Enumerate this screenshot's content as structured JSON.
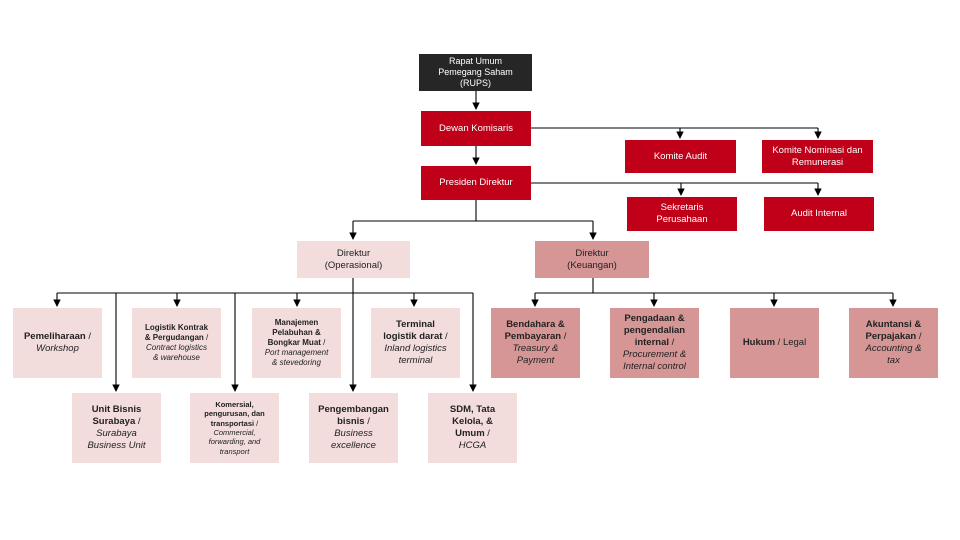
{
  "rups": {
    "line1": "Rapat Umum",
    "line2": "Pemegang Saham",
    "line3": "(RUPS)"
  },
  "dewan_komisaris": "Dewan Komisaris",
  "komite_audit": "Komite Audit",
  "komite_nominasi": {
    "line1": "Komite Nominasi dan",
    "line2": "Remunerasi"
  },
  "presiden_direktur": "Presiden Direktur",
  "sekretaris": {
    "line1": "Sekretaris",
    "line2": "Perusahaan"
  },
  "audit_internal": "Audit Internal",
  "direktur_operasional": {
    "line1": "Direktur",
    "line2": "(Operasional)"
  },
  "direktur_keuangan": {
    "line1": "Direktur",
    "line2": "(Keuangan)"
  },
  "units": {
    "pemeliharaan": {
      "bold": "Pemeliharaan",
      "sep": " /",
      "italic": "Workshop"
    },
    "logistik": {
      "bold1": "Logistik Kontrak",
      "bold2": "& Pergudangan",
      "sep": " /",
      "italic1": "Contract logistics",
      "italic2": "& warehouse"
    },
    "manajemen": {
      "bold1": "Manajemen",
      "bold2": "Pelabuhan &",
      "bold3": "Bongkar Muat",
      "sep": " /",
      "italic1": "Port management",
      "italic2": "& stevedoring"
    },
    "terminal": {
      "bold1": "Terminal",
      "bold2": "logistik darat",
      "sep": " /",
      "italic1": "Inland logistics",
      "italic2": "terminal"
    },
    "unit_bisnis": {
      "bold1": "Unit Bisnis",
      "bold2": "Surabaya",
      "sep": " /",
      "italic1": "Surabaya",
      "italic2": "Business Unit"
    },
    "komersial": {
      "bold1": "Komersial,",
      "bold2": "pengurusan, dan",
      "bold3": "transportasi",
      "sep": " /",
      "italic1": "Commercial,",
      "italic2": "forwarding, and",
      "italic3": "transport"
    },
    "pengembangan": {
      "bold1": "Pengembangan",
      "bold2": "bisnis",
      "sep": " /",
      "italic1": "Business",
      "italic2": "excellence"
    },
    "sdm": {
      "bold1": "SDM, Tata",
      "bold2": "Kelola, &",
      "bold3": "Umum",
      "sep": " /",
      "italic1": "HCGA"
    },
    "bendahara": {
      "bold1": "Bendahara &",
      "bold2": "Pembayaran",
      "sep": " /",
      "italic1": "Treasury &",
      "italic2": "Payment"
    },
    "pengadaan": {
      "bold1": "Pengadaan &",
      "bold2": "pengendalian",
      "bold3": "internal",
      "sep": " /",
      "italic1": "Procurement &",
      "italic2": "Internal control"
    },
    "hukum": {
      "bold": "Hukum",
      "sep": " / ",
      "normal": "Legal"
    },
    "akuntansi": {
      "bold1": "Akuntansi &",
      "bold2": "Perpajakan",
      "sep": " /",
      "italic1": "Accounting &",
      "italic2": "tax"
    }
  },
  "colors": {
    "dark": "#262626",
    "red": "#c00018",
    "pink_light": "#f2dcdc",
    "pink_medium": "#d69696",
    "connector": "#000000"
  }
}
